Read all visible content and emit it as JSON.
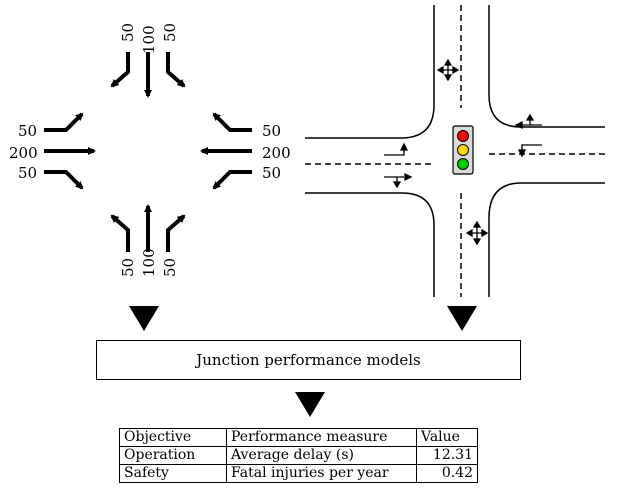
{
  "turning_volumes": {
    "north": {
      "left": "50",
      "through": "100",
      "right": "50"
    },
    "west": {
      "left": "50",
      "through": "200",
      "right": "50"
    },
    "east": {
      "left": "50",
      "through": "200",
      "right": "50"
    },
    "south": {
      "left": "50",
      "through": "100",
      "right": "50"
    }
  },
  "signal_colors": {
    "red": "#ff0000",
    "amber": "#ffd700",
    "green": "#00cc00",
    "housing": "#d9d9d9"
  },
  "models_box": {
    "label": "Junction performance models"
  },
  "performance_table": {
    "headers": [
      "Objective",
      "Performance measure",
      "Value"
    ],
    "rows": [
      [
        "Operation",
        "Average delay (s)",
        "12.31"
      ],
      [
        "Safety",
        "Fatal injuries per year",
        "0.42"
      ]
    ]
  }
}
